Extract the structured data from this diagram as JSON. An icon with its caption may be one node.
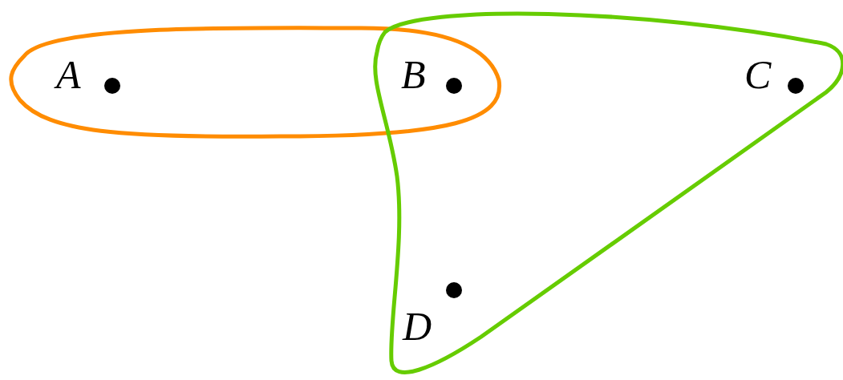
{
  "diagram": {
    "nodes": [
      {
        "text": [
          "A"
        ]
      },
      {
        "text": [
          "B"
        ]
      },
      {
        "text": [
          "C"
        ]
      },
      {
        "text": [
          "D"
        ]
      }
    ],
    "edges": []
  }
}
